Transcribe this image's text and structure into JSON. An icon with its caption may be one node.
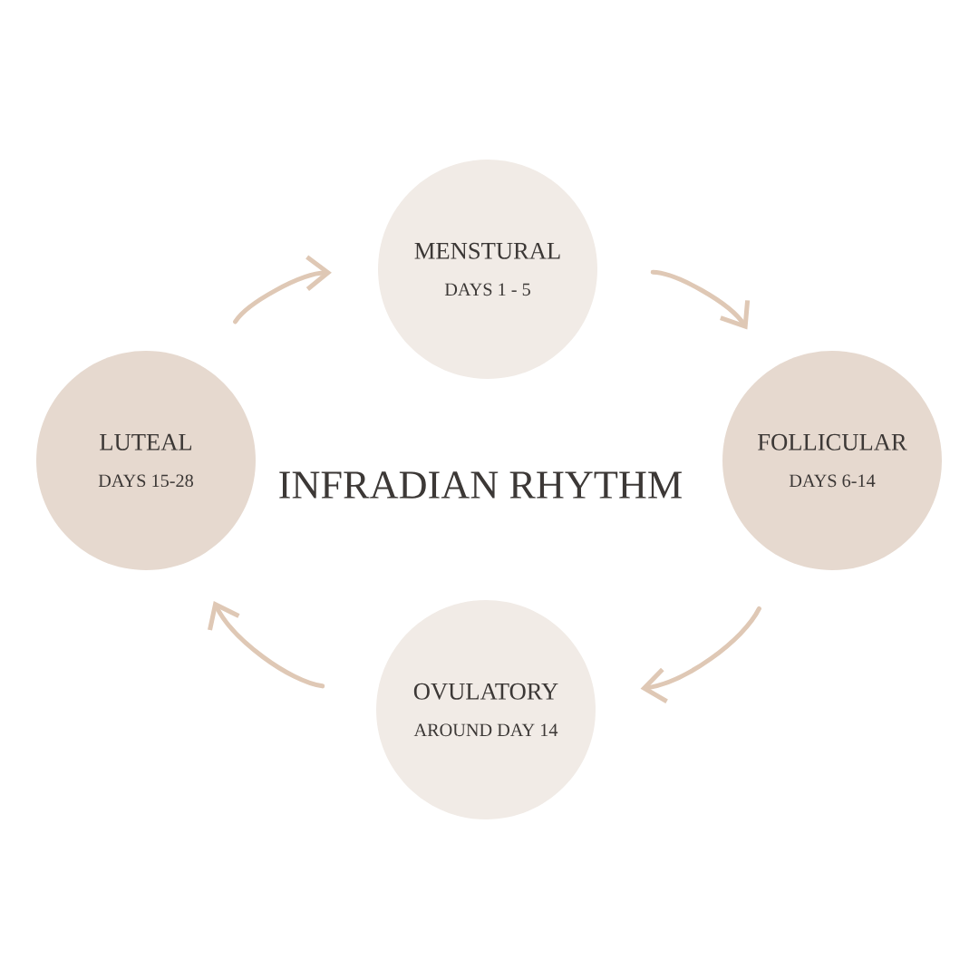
{
  "diagram": {
    "title": "INFRADIAN RHYTHM",
    "nodes": [
      {
        "text": [
          "MENSTURAL",
          "DAYS 1 - 5"
        ]
      },
      {
        "text": [
          "FOLLICULAR",
          "DAYS 6-14"
        ]
      },
      {
        "text": [
          "OVULATORY",
          "AROUND DAY 14"
        ]
      },
      {
        "text": [
          "LUTEAL",
          "DAYS 15-28"
        ]
      }
    ],
    "edges": [
      {
        "from": 0,
        "to": 1,
        "arrow": "to"
      },
      {
        "from": 1,
        "to": 2,
        "arrow": "to"
      },
      {
        "from": 2,
        "to": 3,
        "arrow": "to"
      },
      {
        "from": 3,
        "to": 0,
        "arrow": "to"
      }
    ]
  }
}
